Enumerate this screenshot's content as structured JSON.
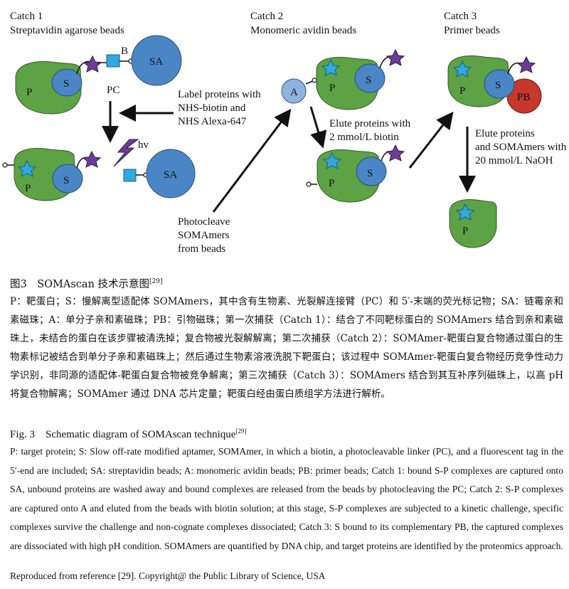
{
  "diagram": {
    "catch1": {
      "title": "Catch 1",
      "subtitle": "Streptavidin agarose beads"
    },
    "catch2": {
      "title": "Catch 2",
      "subtitle": "Monomeric avidin beads"
    },
    "catch3": {
      "title": "Catch 3",
      "subtitle": "Primer beads"
    },
    "labels": {
      "P": "P",
      "S": "S",
      "SA": "SA",
      "A": "A",
      "PB": "PB",
      "B": "B",
      "PC": "PC",
      "hv": "hv"
    },
    "notes": {
      "label_proteins": [
        "Label proteins with",
        "NHS-biotin and",
        "NHS Alexa-647"
      ],
      "photocleave": [
        "Photocleave",
        "SOMAmers",
        "from beads"
      ],
      "elute_biotin": [
        "Elute proteins with",
        "2 mmol/L biotin"
      ],
      "elute_naoh": [
        "Elute proteins",
        "and SOMAmers with",
        "20 mmol/L NaOH"
      ]
    },
    "colors": {
      "protein": "#5da245",
      "aptamer": "#4a86c5",
      "bead": "#4a86c5",
      "avidin_bead": "#8fb3df",
      "primer_bead": "#c7372b",
      "star_blue": "#2fa9e0",
      "star_purple": "#6c3c96",
      "biotin": "#2fa9e0"
    }
  },
  "caption_cn": {
    "title": "图3　SOMAscan 技术示意图",
    "ref": "[29]",
    "body": "P：靶蛋白；S：慢解离型适配体 SOMAmers，其中含有生物素、光裂解连接臂（PC）和 5′-末端的荧光标记物；SA：链霉亲和素磁珠；A：单分子亲和素磁珠；PB：引物磁珠；第一次捕获（Catch 1）：结合了不同靶标蛋白的 SOMAmers 结合到亲和素磁珠上，未结合的蛋白在该步骤被清洗掉；复合物被光裂解解离；第二次捕获（Catch 2）：SOMAmer-靶蛋白复合物通过蛋白的生物素标记被结合到单分子亲和素磁珠上；然后通过生物素溶液洗脱下靶蛋白；该过程中 SOMAmer-靶蛋白复合物经历竞争性动力学识别，非同源的适配体-靶蛋白复合物被竞争解离；第三次捕获（Catch 3）：SOMAmers 结合到其互补序列磁珠上，以高 pH 将复合物解离；SOMAmer 通过 DNA 芯片定量；靶蛋白经由蛋白质组学方法进行解析。"
  },
  "caption_en": {
    "title": "Fig. 3　Schematic diagram of SOMAscan technique",
    "ref": "[29]",
    "body": "P: target protein; S: Slow off-rate modified aptamer, SOMAmer, in which a biotin, a photocleavable linker (PC), and a fluorescent tag in the 5′-end are included; SA: streptavidin beads; A: monomeric avidin beads; PB: primer beads; Catch 1: bound S-P complexes are captured onto SA, unbound proteins are washed away and bound complexes are released from the beads by photocleaving the PC; Catch 2: S-P complexes are captured onto A and eluted from the beads with biotin solution; at this stage, S-P complexes are subjected to a kinetic challenge, specific complexes survive the challenge and non-cognate complexes dissociated; Catch 3: S bound to its complementary PB, the captured complexes are dissociated with high pH condition. SOMAmers are quantified by DNA chip, and target proteins are identified by the proteomics approach."
  },
  "reproduced": "Reproduced from reference [29]. Copyright@ the Public Library of Science, USA"
}
